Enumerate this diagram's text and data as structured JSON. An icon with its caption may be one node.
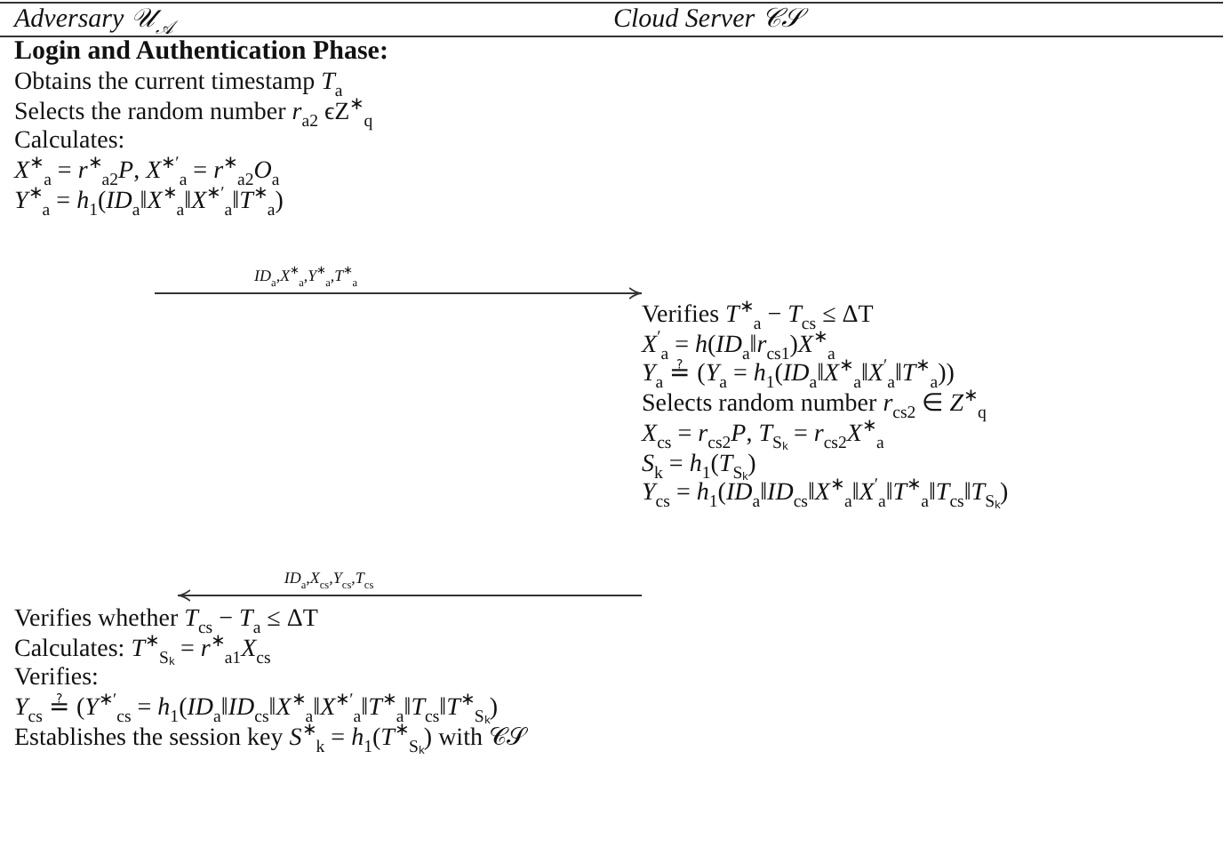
{
  "diagram": {
    "nodes": [
      {
        "text": [
          "Obtains the current timestamp *T*$_{a}$",
          "Selects the random number *r*$_{a2}$ ϵZ$^{∗}$$_{q}$",
          "Calculates:",
          "*X*$^{∗}$$_{a}$ = *r*$^{∗}$$_{a2}$*P*, *X*$^{∗′}$$_{a}$ = *r*$^{∗}$$_{a2}$*O*$_{a}$",
          "*Y*$^{∗}$$_{a}$ = *h*$_{1}$(*ID*$_{a}$‖*X*$^{∗}$$_{a}$‖*X*$^{∗′}$$_{a}$‖*T*$^{∗}$$_{a}$)"
        ]
      },
      {
        "text": [
          "Verifies *T*$^{∗}$$_{a}$ − *T*$_{cs}$ ≤ ΔT",
          "*X*$^{′}$$_{a}$ = *h*(*ID*$_{a}$‖*r*$_{cs1}$)*X*$^{∗}$$_{a}$",
          "*Y*$_{a}$ ≟ (*Y*$_{a}$ = *h*$_{1}$(*ID*$_{a}$‖*X*$^{∗}$$_{a}$‖*X*$^{′}$$_{a}$‖*T*$^{∗}$$_{a}$))",
          "Selects random number *r*$_{cs2}$ ∈ *Z*$^{∗}$$_{q}$",
          "*X*$_{cs}$ = *r*$_{cs2}$*P*, *T*$_{Sₖ}$ = *r*$_{cs2}$*X*$^{∗}$$_{a}$",
          "*S*$_{k}$ = *h*$_{1}$(*T*$_{Sₖ}$)",
          "*Y*$_{cs}$ = *h*$_{1}$(*ID*$_{a}$‖*ID*$_{cs}$‖*X*$^{∗}$$_{a}$‖*X*$^{′}$$_{a}$‖*T*$^{∗}$$_{a}$‖*T*$_{cs}$‖*T*$_{Sₖ}$)"
        ]
      },
      {
        "text": [
          "Verifies whether *T*$_{cs}$ − *T*$_{a}$ ≤ ΔT",
          "Calculates: *T*$^{∗}$$_{Sₖ}$ = *r*$^{∗}$$_{a1}$*X*$_{cs}$",
          "Verifies:",
          "*Y*$_{cs}$ ≟ (*Y*$^{∗′}$$_{cs}$ = *h*$_{1}$(*ID*$_{a}$‖*ID*$_{cs}$‖*X*$^{∗}$$_{a}$‖*X*$^{∗′}$$_{a}$‖*T*$^{∗}$$_{a}$‖*T*$_{cs}$‖*T*$^{∗}$$_{Sₖ}$)",
          "Establishes the session key *S*$^{∗}$$_{k}$ = *h*$_{1}$(*T*$^{∗}$$_{Sₖ}$) with 𝒞𝒮"
        ]
      }
    ],
    "edges": [
      {
        "from": 0,
        "to": 1,
        "arrow": "to",
        "label": "*ID*$_{a}$,*X*$^{∗}$$_{a}$,*Y*$^{∗}$$_{a}$,*T*$^{∗}$$_{a}$"
      },
      {
        "from": 1,
        "to": 2,
        "arrow": "to",
        "label": "*ID*$_{a}$,*X*$_{cs}$,*Y*$_{cs}$,*T*$_{cs}$"
      }
    ],
    "labels": [
      "Adversary 𝒰$_{𝒜}$",
      "Cloud Server 𝒞𝒮",
      "Login and Authentication Phase:"
    ]
  }
}
